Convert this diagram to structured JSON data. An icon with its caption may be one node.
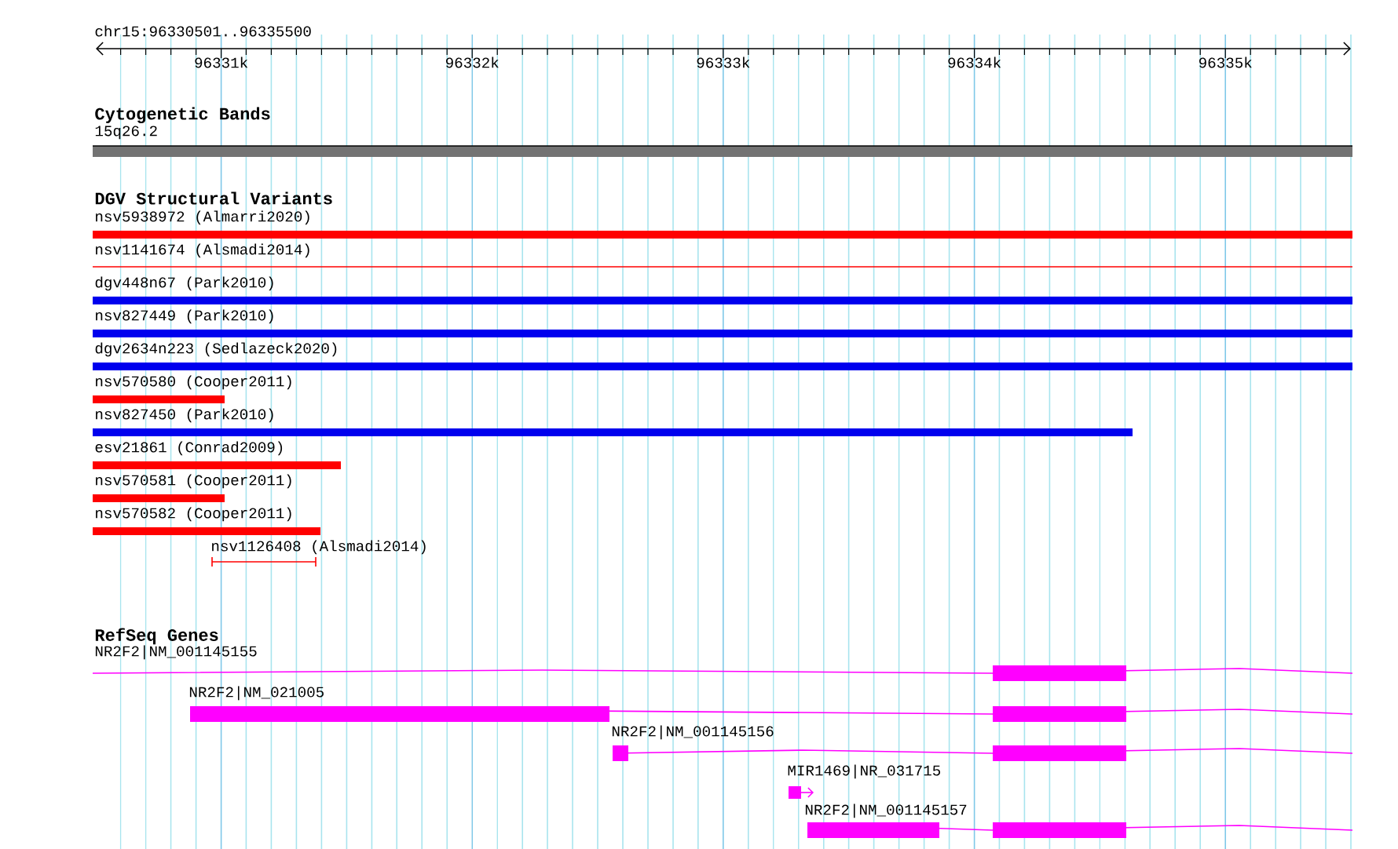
{
  "diagram": {
    "labels": [
      "chr15:96330501..96335500",
      "96331k",
      "96332k",
      "96333k",
      "96334k",
      "96335k",
      "Cytogenetic Bands",
      "15q26.2",
      "DGV Structural Variants",
      "nsv5938972 (Almarri2020)",
      "nsv1141674 (Alsmadi2014)",
      "dgv448n67 (Park2010)",
      "nsv827449 (Park2010)",
      "dgv2634n223 (Sedlazeck2020)",
      "nsv570580 (Cooper2011)",
      "nsv827450 (Park2010)",
      "esv21861 (Conrad2009)",
      "nsv570581 (Cooper2011)",
      "nsv570582 (Cooper2011)",
      "nsv1126408 (Alsmadi2014)",
      "RefSeq Genes",
      "NR2F2|NM_001145155",
      "NR2F2|NM_021005",
      "NR2F2|NM_001145156",
      "MIR1469|NR_031715",
      "NR2F2|NM_001145157"
    ]
  }
}
